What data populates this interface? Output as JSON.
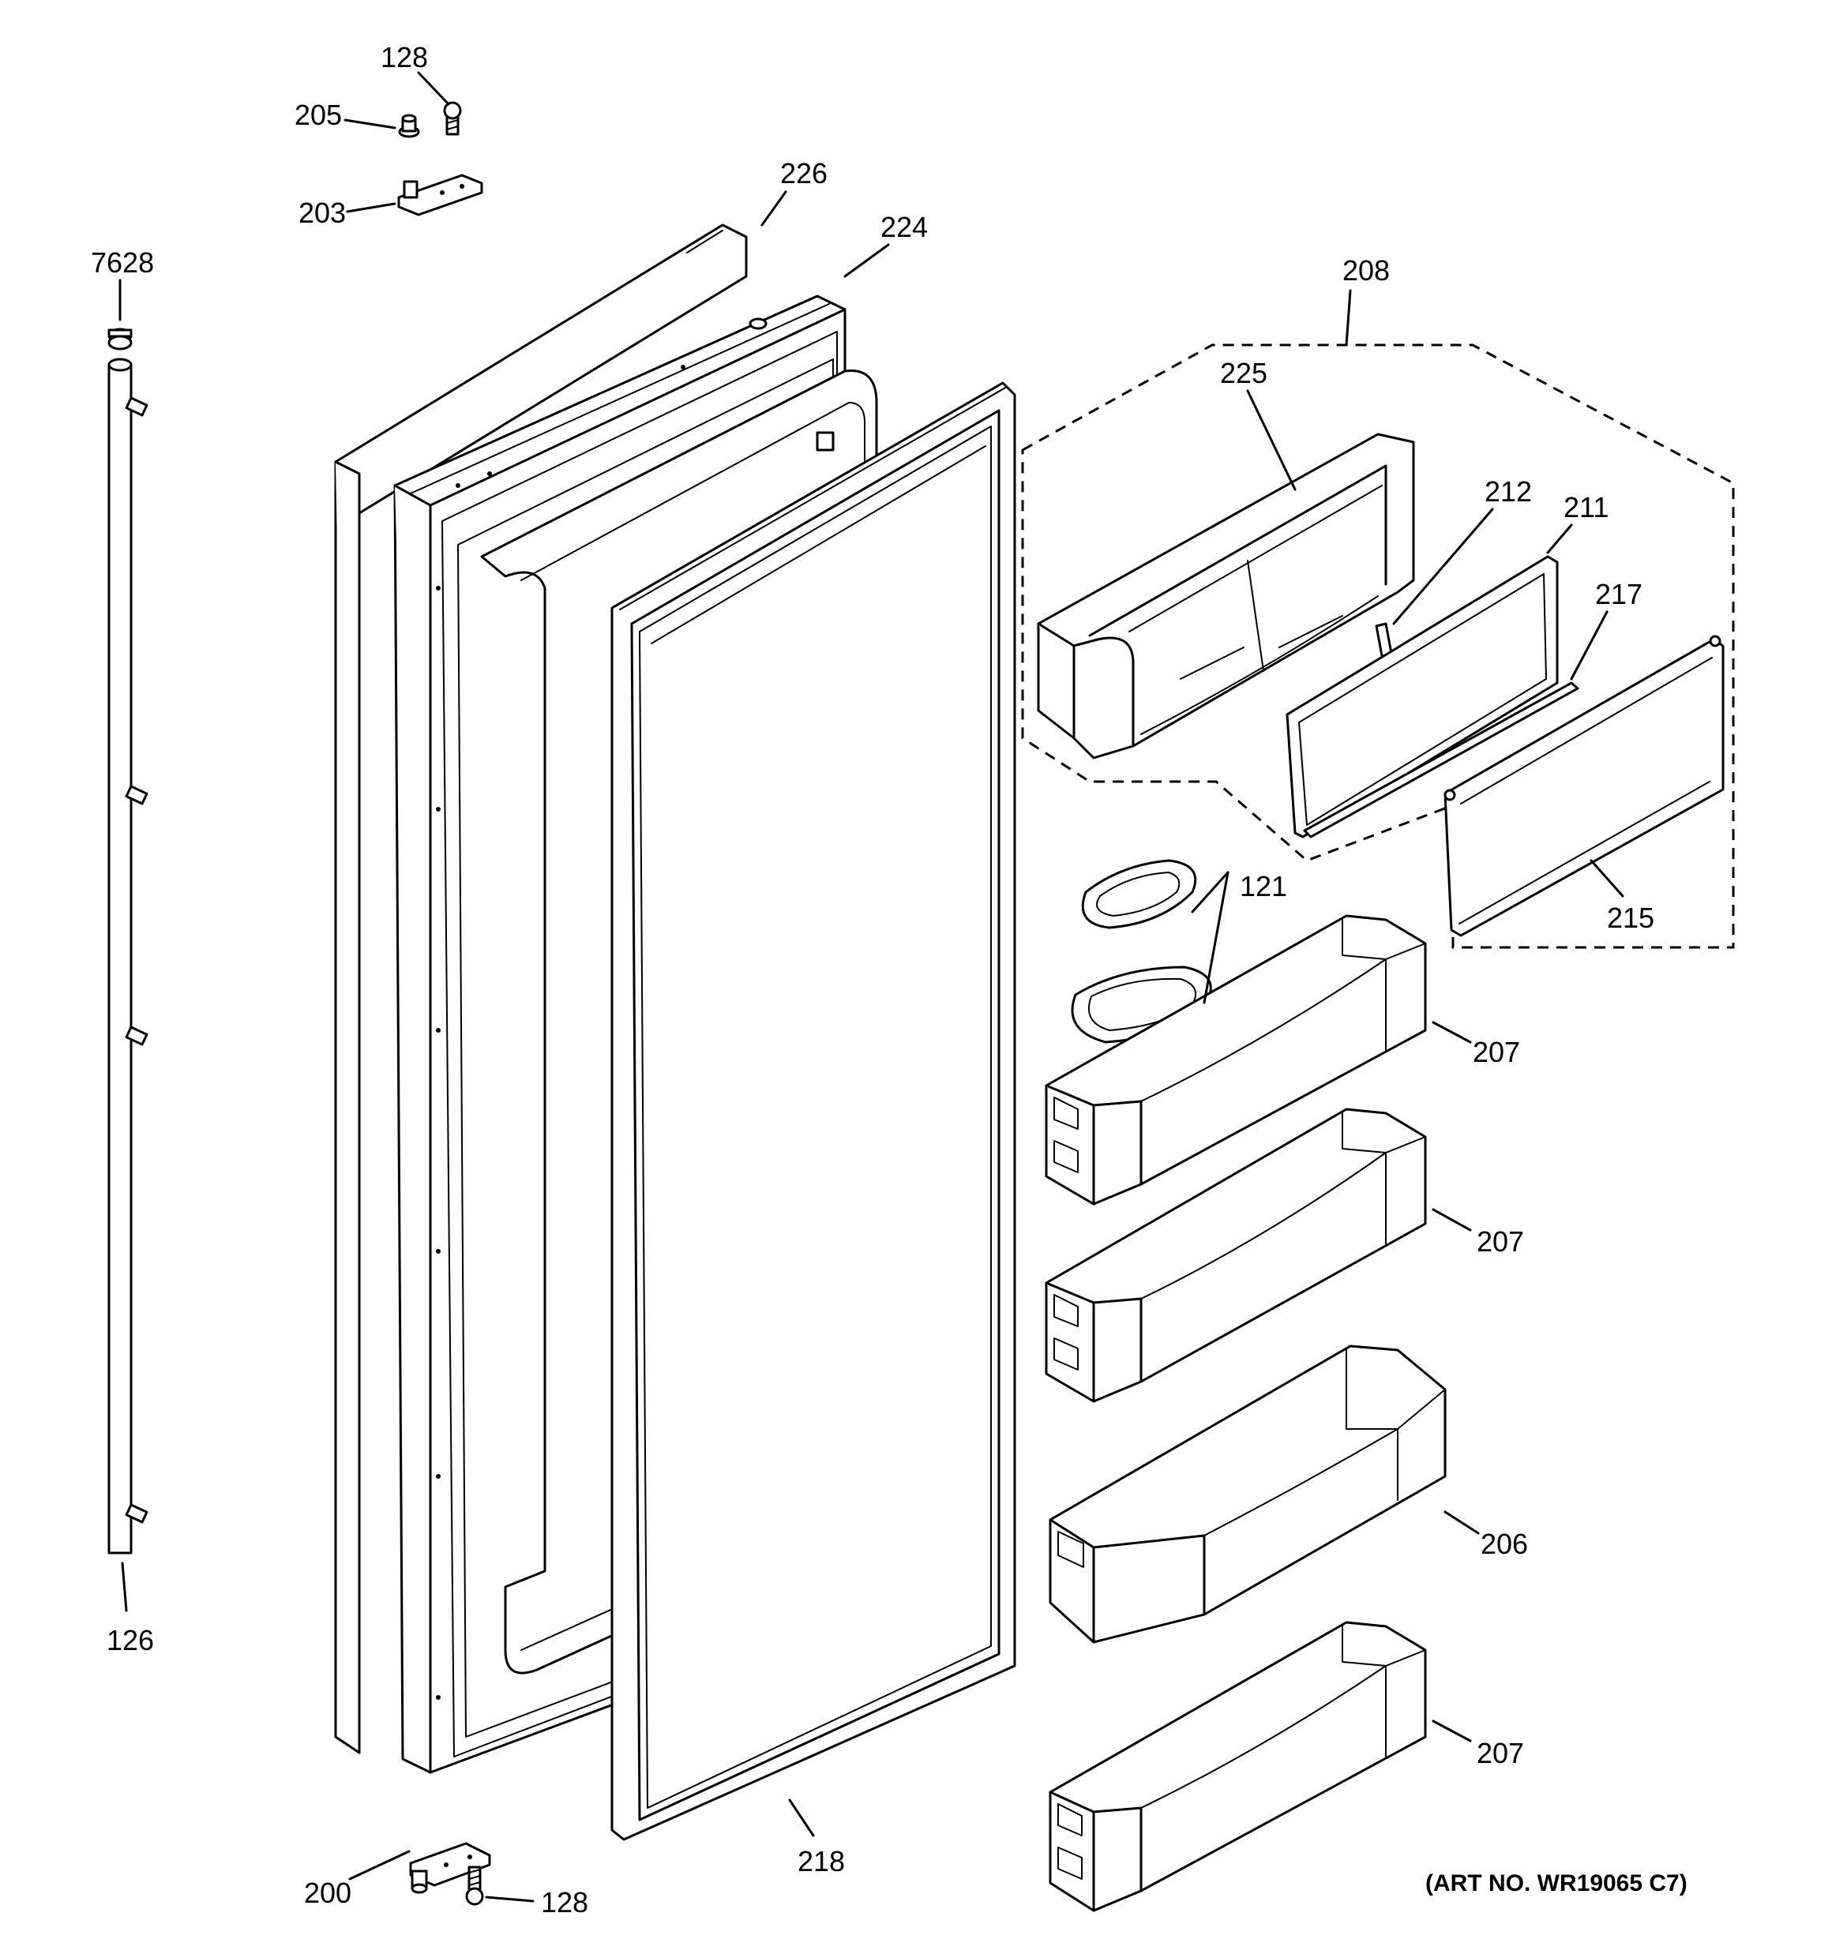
{
  "diagram": {
    "callouts": {
      "c128_top": "128",
      "c205": "205",
      "c203": "203",
      "c226": "226",
      "c224": "224",
      "c7628": "7628",
      "c208": "208",
      "c225": "225",
      "c212": "212",
      "c211": "211",
      "c217": "217",
      "c215": "215",
      "c121": "121",
      "c207_a": "207",
      "c207_b": "207",
      "c206": "206",
      "c207_c": "207",
      "c126": "126",
      "c218": "218",
      "c200": "200",
      "c128_bottom": "128"
    },
    "art_number": "(ART NO. WR19065 C7)"
  }
}
